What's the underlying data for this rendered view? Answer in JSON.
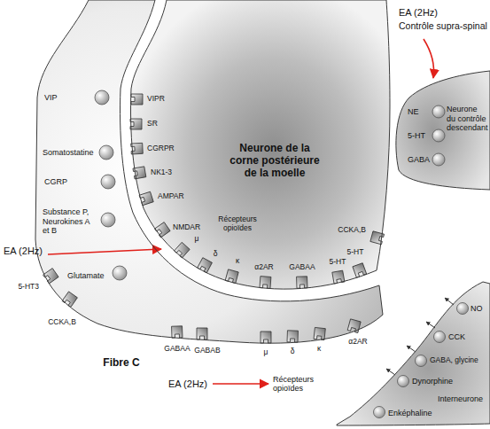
{
  "diagram": {
    "nodes": [
      {
        "text": [
          "Neurone de la corne postérieure de la moelle"
        ]
      },
      {
        "text": [
          "Fibre C",
          "VIP",
          "Somatostatine",
          "CGRP",
          "Substance P, Neurokines A et B",
          "Glutamate"
        ]
      },
      {
        "text": [
          "Neurone du contrôle descendant",
          "NE",
          "5-HT",
          "GABA"
        ]
      },
      {
        "text": [
          "Interneurone",
          "NO",
          "CCK",
          "GABA, glycine",
          "Dynorphine",
          "Enképhaline"
        ]
      }
    ],
    "labels": [
      "EA (2Hz)",
      "Contrôle supra-spinal",
      "VIPR",
      "SR",
      "CGRPR",
      "NK1-3",
      "AMPAR",
      "NMDAR",
      "Récepteurs opioïdes",
      "μ",
      "δ",
      "κ",
      "α2AR",
      "GABAA",
      "5-HT",
      "5-HT",
      "CCKA,B",
      "EA (2Hz)",
      "5-HT3",
      "CCKA,B",
      "GABAA",
      "GABAB",
      "μ",
      "δ",
      "κ",
      "α2AR",
      "EA (2Hz)",
      "Récepteurs opioïdes"
    ]
  }
}
